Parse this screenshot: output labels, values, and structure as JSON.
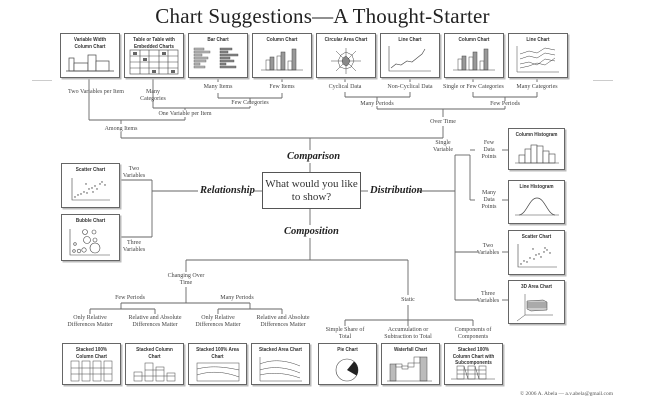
{
  "title": "Chart Suggestions—A Thought-Starter",
  "center_question": "What would you like to show?",
  "categories": {
    "comparison": "Comparison",
    "relationship": "Relationship",
    "distribution": "Distribution",
    "composition": "Composition"
  },
  "comparison": {
    "charts": [
      {
        "title": "Variable Width Column Chart",
        "icon": "variable-width-column-chart-icon"
      },
      {
        "title": "Table or Table with Embedded Charts",
        "icon": "table-embedded-charts-icon"
      },
      {
        "title": "Bar Chart",
        "icon": "bar-chart-icon"
      },
      {
        "title": "Column Chart",
        "icon": "column-chart-icon"
      },
      {
        "title": "Circular Area Chart",
        "icon": "circular-area-chart-icon"
      },
      {
        "title": "Line Chart",
        "icon": "line-chart-icon"
      },
      {
        "title": "Column Chart",
        "icon": "column-chart-icon"
      },
      {
        "title": "Line Chart",
        "icon": "multi-line-chart-icon"
      }
    ],
    "labels": {
      "two_variables_per_item": "Two Variables per Item",
      "many_categories": "Many Categories",
      "many_items": "Many Items",
      "few_items": "Few Items",
      "few_categories": "Few Categories",
      "one_variable_per_item": "One Variable per Item",
      "among_items": "Among Items",
      "cyclical_data": "Cyclical Data",
      "non_cyclical_data": "Non-Cyclical Data",
      "single_or_few_categories": "Single or Few Categories",
      "many_categories_time": "Many Categories",
      "many_periods": "Many Periods",
      "few_periods": "Few Periods",
      "over_time": "Over Time"
    }
  },
  "relationship": {
    "charts": [
      {
        "title": "Scatter Chart",
        "icon": "scatter-chart-icon"
      },
      {
        "title": "Bubble Chart",
        "icon": "bubble-chart-icon"
      }
    ],
    "labels": {
      "two_variables": "Two Variables",
      "three_variables": "Three Variables"
    }
  },
  "distribution": {
    "charts": [
      {
        "title": "Column Histogram",
        "icon": "column-histogram-icon"
      },
      {
        "title": "Line Histogram",
        "icon": "line-histogram-icon"
      },
      {
        "title": "Scatter Chart",
        "icon": "scatter-chart-icon"
      },
      {
        "title": "3D Area Chart",
        "icon": "3d-area-chart-icon"
      }
    ],
    "labels": {
      "single_variable": "Single Variable",
      "few_data_points": "Few Data Points",
      "many_data_points": "Many Data Points",
      "two_variables": "Two Variables",
      "three_variables": "Three Variables"
    }
  },
  "composition": {
    "charts": [
      {
        "title": "Stacked 100% Column Chart",
        "icon": "stacked-100-column-chart-icon"
      },
      {
        "title": "Stacked Column Chart",
        "icon": "stacked-column-chart-icon"
      },
      {
        "title": "Stacked 100% Area Chart",
        "icon": "stacked-100-area-chart-icon"
      },
      {
        "title": "Stacked Area Chart",
        "icon": "stacked-area-chart-icon"
      },
      {
        "title": "Pie Chart",
        "icon": "pie-chart-icon"
      },
      {
        "title": "Waterfall Chart",
        "icon": "waterfall-chart-icon"
      },
      {
        "title": "Stacked 100% Column Chart with Subcomponents",
        "icon": "stacked-100-column-subcomponents-icon"
      }
    ],
    "labels": {
      "changing_over_time": "Changing Over Time",
      "static": "Static",
      "few_periods": "Few Periods",
      "many_periods": "Many Periods",
      "only_relative_1": "Only Relative Differences Matter",
      "relative_absolute_1": "Relative and Absolute Differences Matter",
      "only_relative_2": "Only Relative Differences Matter",
      "relative_absolute_2": "Relative and Absolute Differences Matter",
      "simple_share": "Simple Share of Total",
      "accumulation": "Accumulation or Subtraction to Total",
      "components": "Components of Components"
    }
  },
  "footer": "© 2006 A. Abela — a.v.abela@gmail.com"
}
